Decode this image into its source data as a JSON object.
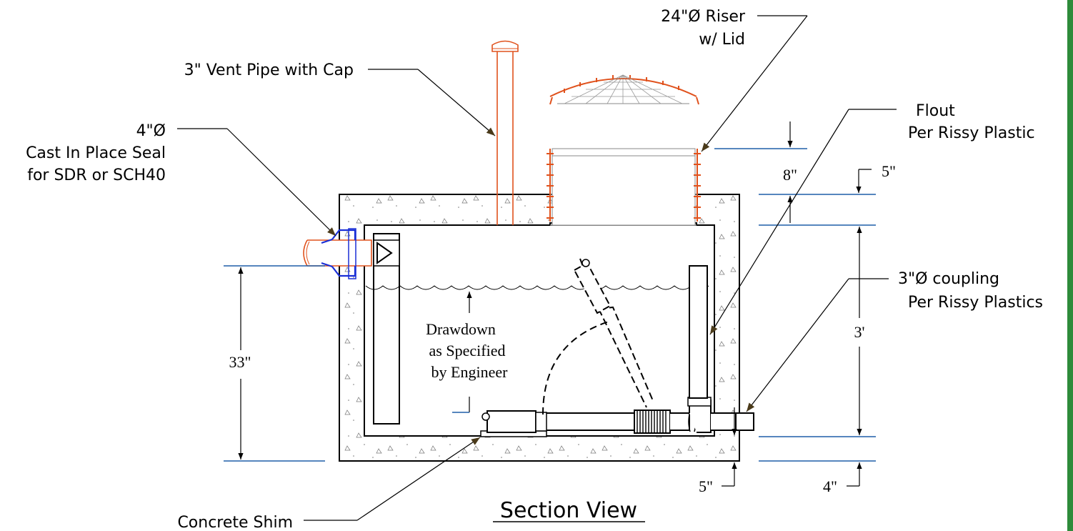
{
  "title": "Section View",
  "labels": {
    "riser_line1": "24\"Ø Riser",
    "riser_line2": "w/ Lid",
    "vent_pipe": "3\" Vent Pipe with Cap",
    "seal_line1": "4\"Ø",
    "seal_line2": "Cast In Place Seal",
    "seal_line3": "for SDR or SCH40",
    "flout_line1": "Flout",
    "flout_line2": "Per Rissy Plastic",
    "coupling_line1": "3\"Ø coupling",
    "coupling_line2": "Per Rissy Plastics",
    "drawdown_line1": "Drawdown",
    "drawdown_line2": "as Specified",
    "drawdown_line3": "by Engineer",
    "concrete_shim": "Concrete Shim"
  },
  "dimensions": {
    "d33": "33\"",
    "d3ft": "3'",
    "d8": "8\"",
    "d5_top": "5\"",
    "d5_bottom": "5\"",
    "d4": "4\""
  },
  "colors": {
    "concrete_outline": "#000000",
    "riser_orange": "#e0521d",
    "seal_blue": "#1a2fd6",
    "dimension_blue": "#1f5fa8",
    "right_border_green": "#2e8b3a"
  }
}
